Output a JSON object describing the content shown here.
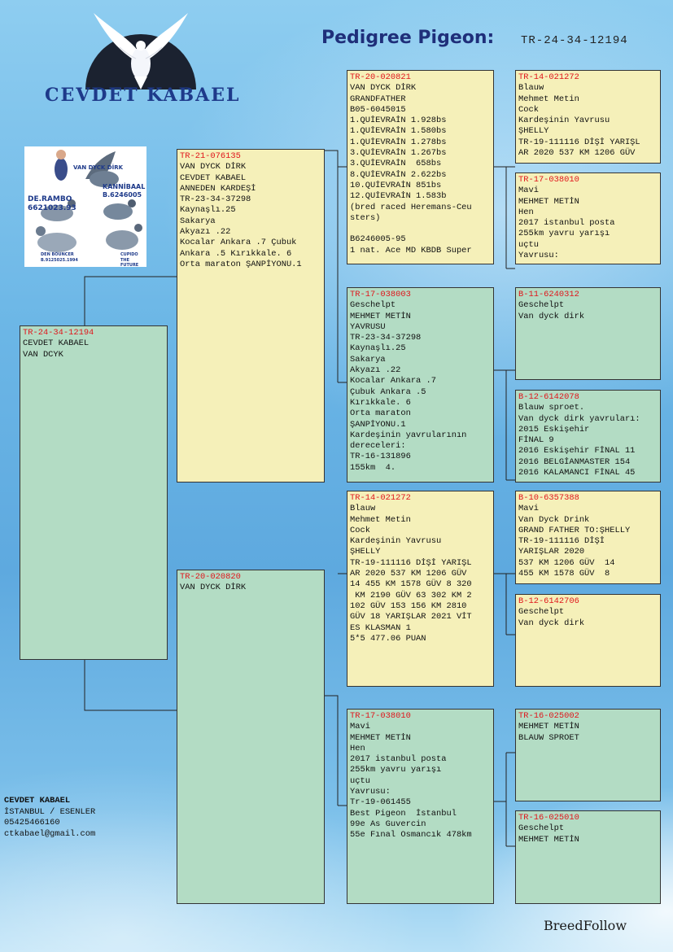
{
  "header": {
    "breeder_name": "CEVDET KABAEL",
    "title": "Pedigree Pigeon:",
    "pigeon_number": "TR-24-34-12194"
  },
  "photo": {
    "labels": [
      "DE.RAMBO",
      "6621023.93",
      "VAN DYCK DİRK",
      "KANNİBAAL",
      "B.6246005",
      "DEN BOUNCER",
      "B.9125025.1994",
      "CUPIDO",
      "THE FUTURE"
    ]
  },
  "pedigree": {
    "subject": {
      "id": "TR-24-34-12194",
      "lines": [
        "CEVDET KABAEL",
        "VAN DCYK"
      ]
    },
    "sire": {
      "id": "TR-21-076135",
      "lines": [
        "VAN DYCK DİRK",
        "CEVDET KABAEL",
        "ANNEDEN KARDEŞİ",
        "TR-23-34-37298",
        "Kaynaşlı.25",
        "Sakarya",
        "Akyazı .22",
        "Kocalar Ankara .7 Çubuk",
        "Ankara .5 Kırıkkale. 6",
        "Orta maraton ŞANPİYONU.1"
      ]
    },
    "dam": {
      "id": "TR-20-020820",
      "lines": [
        "VAN DYCK DİRK"
      ]
    },
    "ss": {
      "id": "TR-20-020821",
      "lines": [
        "VAN DYCK DİRK",
        "GRANDFATHER",
        "B05-6045015",
        "1.QUİEVRAİN 1.928bs",
        "1.QUİEVRAİN 1.580bs",
        "1.QUİEVRAİN 1.278bs",
        "3.QUİEVRAİN 1.267bs",
        "3.QUİEVRAİN  658bs",
        "8.QUİEVRAİN 2.622bs",
        "10.QUİEVRAİN 851bs",
        "12.QUİEVRAİN 1.583b",
        "(bred raced Heremans-Ceu",
        "sters)",
        "",
        "B6246005-95",
        "1 nat. Ace MD KBDB Super"
      ]
    },
    "sd": {
      "id": "TR-17-038003",
      "lines": [
        "Geschelpt",
        "MEHMET METİN",
        "YAVRUSU",
        "TR-23-34-37298",
        "Kaynaşlı.25",
        "Sakarya",
        "Akyazı .22",
        "Kocalar Ankara .7",
        "Çubuk Ankara .5",
        "Kırıkkale. 6",
        "Orta maraton",
        "ŞANPİYONU.1",
        "Kardeşinin yavrularının",
        "dereceleri:",
        "TR-16-131896",
        "155km  4."
      ]
    },
    "ds": {
      "id": "TR-14-021272",
      "lines": [
        "Blauw",
        "Mehmet Metin",
        "Cock",
        "Kardeşinin Yavrusu",
        "ŞHELLY",
        "TR-19-111116 DİŞİ YARIŞL",
        "AR 2020 537 KM 1206 GÜV",
        "14 455 KM 1578 GÜV 8 320",
        " KM 2190 GÜV 63 302 KM 2",
        "102 GÜV 153 156 KM 2810",
        "GÜV 18 YARIŞLAR 2021 VİT",
        "ES KLASMAN 1",
        "5*5 477.06 PUAN"
      ]
    },
    "dd": {
      "id": "TR-17-038010",
      "lines": [
        "Mavi",
        "MEHMET METİN",
        "Hen",
        "2017 istanbul posta",
        "255km yavru yarışı",
        "uçtu",
        "Yavrusu:",
        "Tr-19-061455",
        "Best Pigeon  İstanbul",
        "99e As Guvercin",
        "55e Fınal Osmancık 478km"
      ]
    },
    "sss": {
      "id": "TR-14-021272",
      "lines": [
        "Blauw",
        "Mehmet Metin",
        "Cock",
        "Kardeşinin Yavrusu",
        "ŞHELLY",
        "TR-19-111116 DİŞİ YARIŞL",
        "AR 2020 537 KM 1206 GÜV"
      ]
    },
    "ssd": {
      "id": "TR-17-038010",
      "lines": [
        "Mavi",
        "MEHMET METİN",
        "Hen",
        "2017 istanbul posta",
        "255km yavru yarışı",
        "uçtu",
        "Yavrusu:"
      ]
    },
    "sds": {
      "id": "B-11-6240312",
      "lines": [
        "Geschelpt",
        "Van dyck dirk"
      ]
    },
    "sdd": {
      "id": "B-12-6142078",
      "lines": [
        "Blauw sproet.",
        "Van dyck dirk yavruları:",
        "2015 Eskişehir",
        "FİNAL 9",
        "2016 Eskişehir FİNAL 11",
        "2016 BELGİANMASTER 154",
        "2016 KALAMANCI FİNAL 45"
      ]
    },
    "dss": {
      "id": "B-10-6357388",
      "lines": [
        "Mavi",
        "Van Dyck Drink",
        "GRAND FATHER TO:ŞHELLY",
        "TR-19-111116 DİŞİ",
        "YARIŞLAR 2020",
        "537 KM 1206 GÜV  14",
        "455 KM 1578 GÜV  8"
      ]
    },
    "dsd": {
      "id": "B-12-6142706",
      "lines": [
        "Geschelpt",
        "Van dyck dirk"
      ]
    },
    "dds": {
      "id": "TR-16-025002",
      "lines": [
        "MEHMET METİN",
        "BLAUW SPROET"
      ]
    },
    "ddd": {
      "id": "TR-16-025010",
      "lines": [
        "Geschelpt",
        "MEHMET METİN"
      ]
    }
  },
  "owner": {
    "name": "CEVDET KABAEL",
    "address": "İSTANBUL / ESENLER",
    "phone": "05425466160",
    "email": "ctkabael@gmail.com"
  },
  "footer": {
    "brand": "BreedFollow"
  },
  "colors": {
    "yellow_card": "#f5f0b9",
    "green_card": "#b3dcc4",
    "ring_red": "#e0151b",
    "title_navy": "#1f2f7a"
  }
}
